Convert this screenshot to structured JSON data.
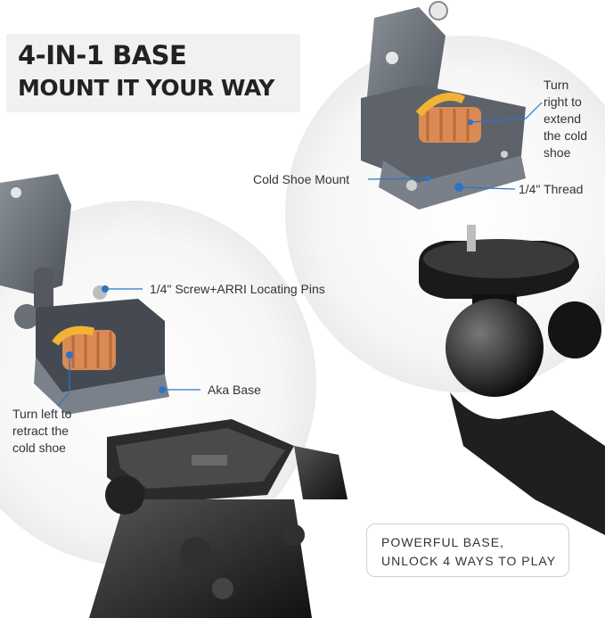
{
  "headline": {
    "line1": "4-IN-1 BASE",
    "line2": "MOUNT IT YOUR WAY"
  },
  "labels": {
    "turn_right": [
      "Turn",
      "right to",
      "extend",
      "the cold",
      "shoe"
    ],
    "cold_shoe_mount": "Cold Shoe Mount",
    "thread": "1/4\" Thread",
    "screw_pins": "1/4\" Screw+ARRI Locating Pins",
    "aka_base": "Aka Base",
    "turn_left": [
      "Turn left to",
      "retract the",
      "cold shoe"
    ]
  },
  "callout": {
    "line1": "POWERFUL BASE,",
    "line2": "UNLOCK 4 WAYS TO PLAY"
  },
  "colors": {
    "accent_blue": "#2b74c9",
    "knob_orange": "#d98a55",
    "arrow_yellow": "#f2b233",
    "metal_gray": "#6b7078"
  }
}
